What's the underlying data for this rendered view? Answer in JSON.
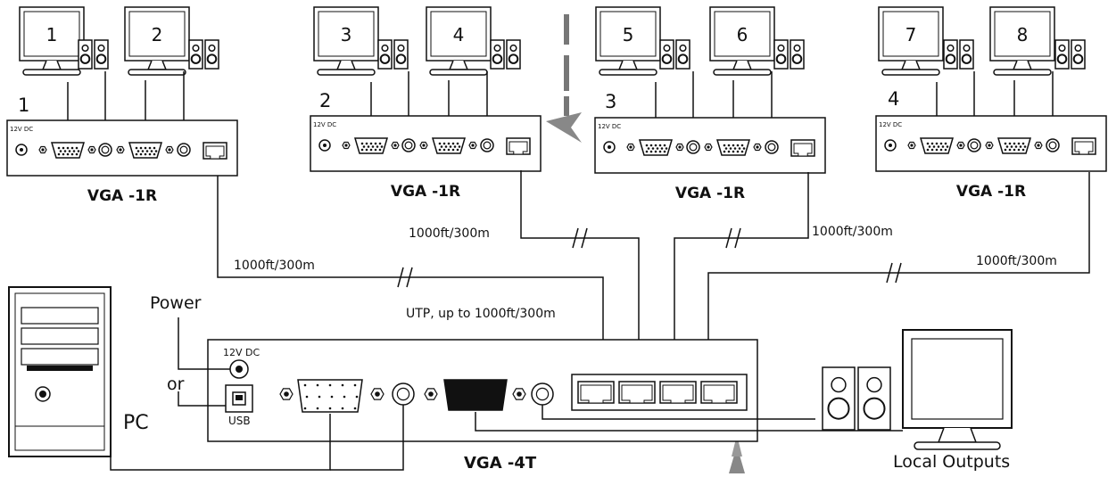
{
  "monitors": [
    {
      "number": "1"
    },
    {
      "number": "2"
    },
    {
      "number": "3"
    },
    {
      "number": "4"
    },
    {
      "number": "5"
    },
    {
      "number": "6"
    },
    {
      "number": "7"
    },
    {
      "number": "8"
    }
  ],
  "receivers": [
    {
      "index": "1",
      "model": "VGA -1R",
      "power_label": "12V DC"
    },
    {
      "index": "2",
      "model": "VGA -1R",
      "power_label": "12V DC"
    },
    {
      "index": "3",
      "model": "VGA -1R",
      "power_label": "12V DC"
    },
    {
      "index": "4",
      "model": "VGA -1R",
      "power_label": "12V DC"
    }
  ],
  "cable_labels": {
    "r1": "1000ft/300m",
    "r2": "1000ft/300m",
    "r3": "1000ft/300m",
    "r4": "1000ft/300m",
    "utp": "UTP, up to 1000ft/300m"
  },
  "transmitter": {
    "model": "VGA -4T",
    "power_label": "12V DC",
    "usb_label": "USB",
    "power_text": "Power",
    "or_text": "or",
    "pc_text": "PC"
  },
  "local_outputs": "Local Outputs",
  "icons": {
    "monitor": "monitor-icon",
    "speaker": "speaker-icon",
    "vga_port": "vga-port-icon",
    "rj45_port": "rj45-port-icon",
    "arrow": "arrow-icon",
    "pc_tower": "pc-tower-icon"
  }
}
